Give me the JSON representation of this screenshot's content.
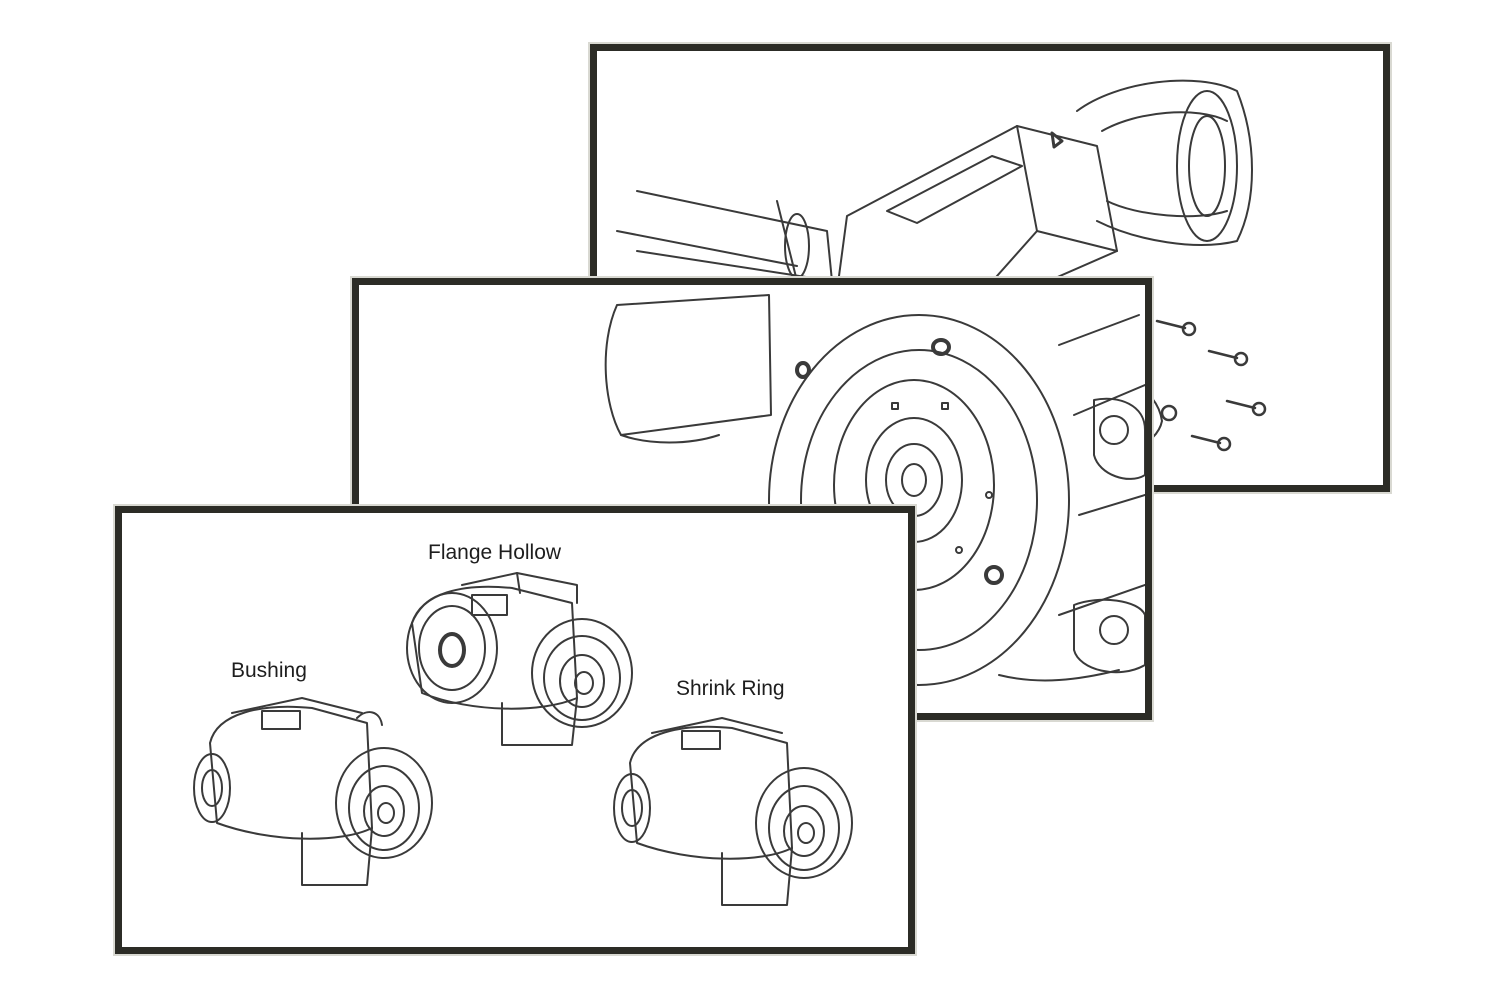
{
  "labels": {
    "flange_hollow": "Flange Hollow",
    "bushing": "Bushing",
    "shrink_ring": "Shrink Ring"
  },
  "colors": {
    "frame": "#2c2c26",
    "sketch_line": "#3a3a3a",
    "background": "#ffffff"
  },
  "illustrations": [
    "gear-reducer-sketch-hollow-shaft",
    "gear-reducer-sketch-flange-face",
    "gear-reducer-sketch-bushing",
    "gear-reducer-sketch-flange-hollow",
    "gear-reducer-sketch-shrink-ring"
  ]
}
